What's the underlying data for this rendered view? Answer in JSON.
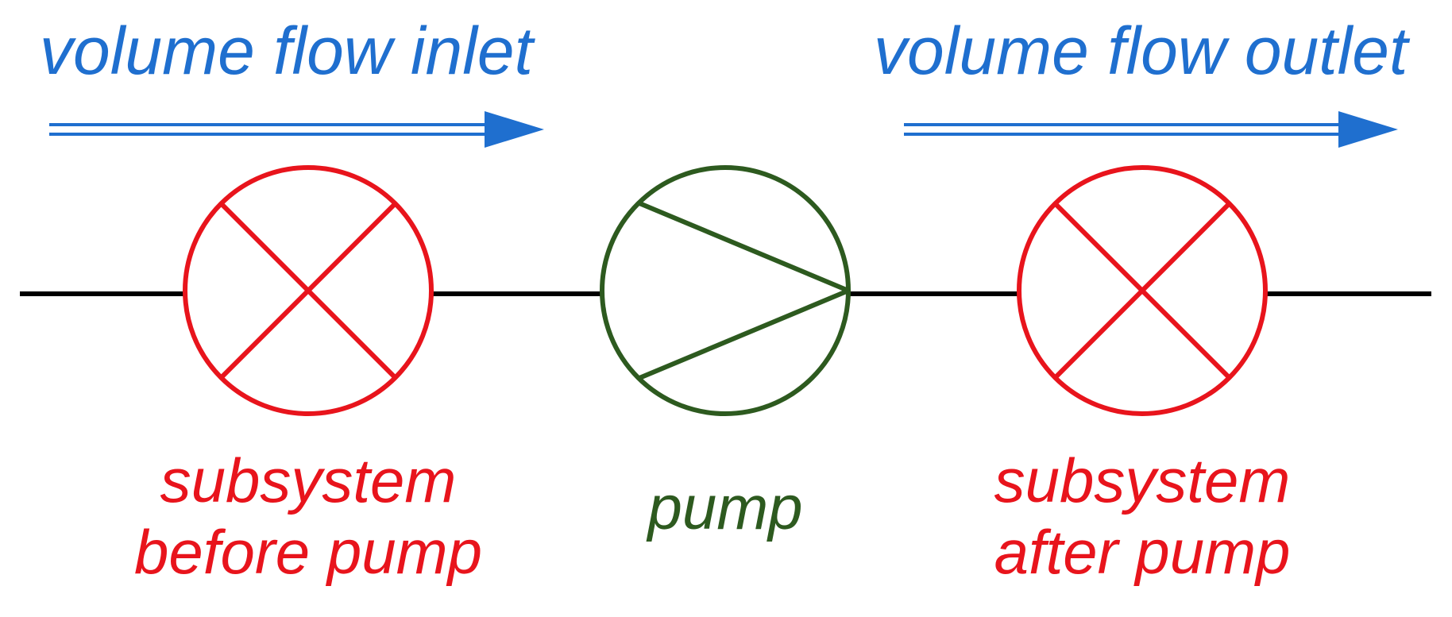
{
  "labels": {
    "inlet": "volume flow inlet",
    "outlet": "volume flow outlet",
    "subsystem_before": [
      "subsystem",
      "before pump"
    ],
    "pump": "pump",
    "subsystem_after": [
      "subsystem",
      "after pump"
    ]
  },
  "colors": {
    "flow": "#1f6fcf",
    "subsystem": "#e8141c",
    "pump": "#2d5a1f",
    "pipe": "#000000"
  },
  "icons": {
    "subsystem_before": "crossed-circle-icon",
    "pump": "pump-symbol-icon",
    "subsystem_after": "crossed-circle-icon",
    "inlet_arrow": "double-line-arrow-right-icon",
    "outlet_arrow": "double-line-arrow-right-icon"
  }
}
